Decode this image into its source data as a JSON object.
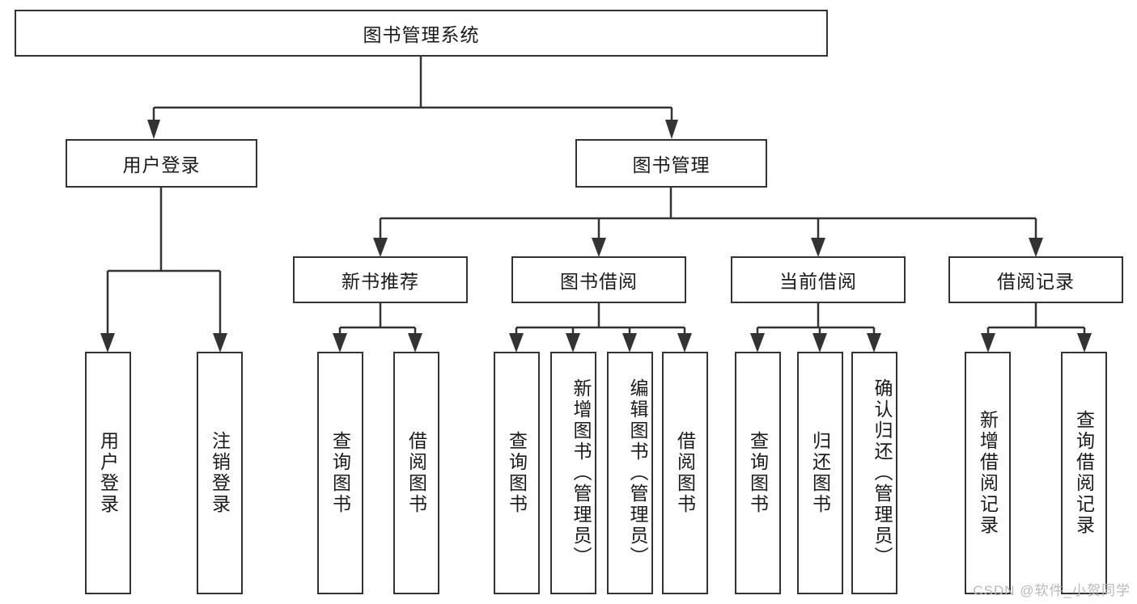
{
  "diagram": {
    "type": "tree-hierarchy",
    "title": "图书管理系统",
    "watermark": "CSDN @软件_小贺同学",
    "colors": {
      "stroke": "#333333",
      "fill": "#ffffff",
      "text": "#1a1a1a",
      "watermark": "#b9b9b9"
    },
    "levels": {
      "root": {
        "label": "图书管理系统"
      },
      "level2": [
        {
          "label": "用户登录"
        },
        {
          "label": "图书管理"
        }
      ],
      "level3": [
        {
          "label": "新书推荐"
        },
        {
          "label": "图书借阅"
        },
        {
          "label": "当前借阅"
        },
        {
          "label": "借阅记录"
        }
      ],
      "leaves": [
        {
          "label": "用户登录",
          "parent": "用户登录"
        },
        {
          "label": "注销登录",
          "parent": "用户登录"
        },
        {
          "label": "查询图书",
          "parent": "新书推荐"
        },
        {
          "label": "借阅图书",
          "parent": "新书推荐"
        },
        {
          "label": "查询图书",
          "parent": "图书借阅"
        },
        {
          "label": "新增图书（管理员）",
          "parent": "图书借阅"
        },
        {
          "label": "编辑图书（管理员）",
          "parent": "图书借阅"
        },
        {
          "label": "借阅图书",
          "parent": "图书借阅"
        },
        {
          "label": "查询图书",
          "parent": "当前借阅"
        },
        {
          "label": "归还图书",
          "parent": "当前借阅"
        },
        {
          "label": "确认归还（管理员）",
          "parent": "当前借阅"
        },
        {
          "label": "新增借阅记录",
          "parent": "借阅记录"
        },
        {
          "label": "查询借阅记录",
          "parent": "借阅记录"
        }
      ]
    }
  }
}
